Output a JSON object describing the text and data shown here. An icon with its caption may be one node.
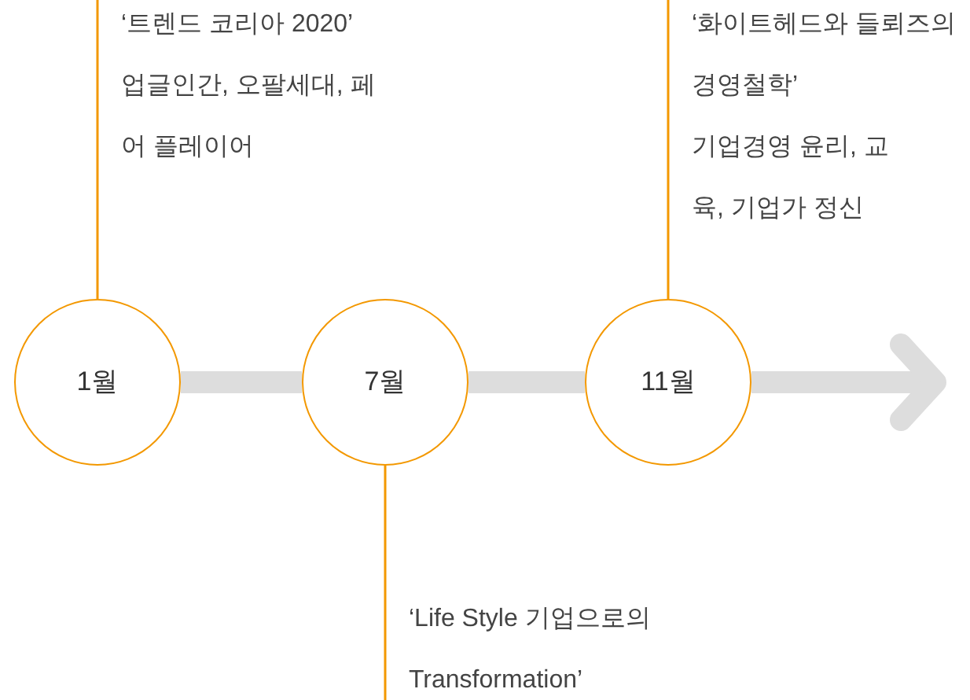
{
  "diagram": {
    "nodes": [
      {
        "text": [
          "1월"
        ]
      },
      {
        "text": [
          "‘트렌드 코리아 2020’",
          "업글인간, 오팔세대, 페어 플레이어"
        ]
      },
      {
        "text": [
          "7월"
        ]
      },
      {
        "text": [
          "‘Life Style 기업으로의 Transformation’"
        ]
      },
      {
        "text": [
          "11월"
        ]
      },
      {
        "text": [
          "‘화이트헤드와 들뢰즈의 경영철학’",
          "기업경영 윤리, 교육, 기업가 정신"
        ]
      }
    ],
    "edges": [
      {
        "from": 1,
        "to": 0,
        "arrow": "none"
      },
      {
        "from": 0,
        "to": 2,
        "arrow": "none",
        "style": "thick",
        "color": "#dddddd"
      },
      {
        "from": 3,
        "to": 2,
        "arrow": "none"
      },
      {
        "from": 2,
        "to": 4,
        "arrow": "none",
        "style": "thick",
        "color": "#dddddd"
      },
      {
        "from": 5,
        "to": 4,
        "arrow": "none"
      },
      {
        "from": 4,
        "to": null,
        "arrow": "to",
        "style": "thick",
        "color": "#dddddd"
      }
    ]
  }
}
